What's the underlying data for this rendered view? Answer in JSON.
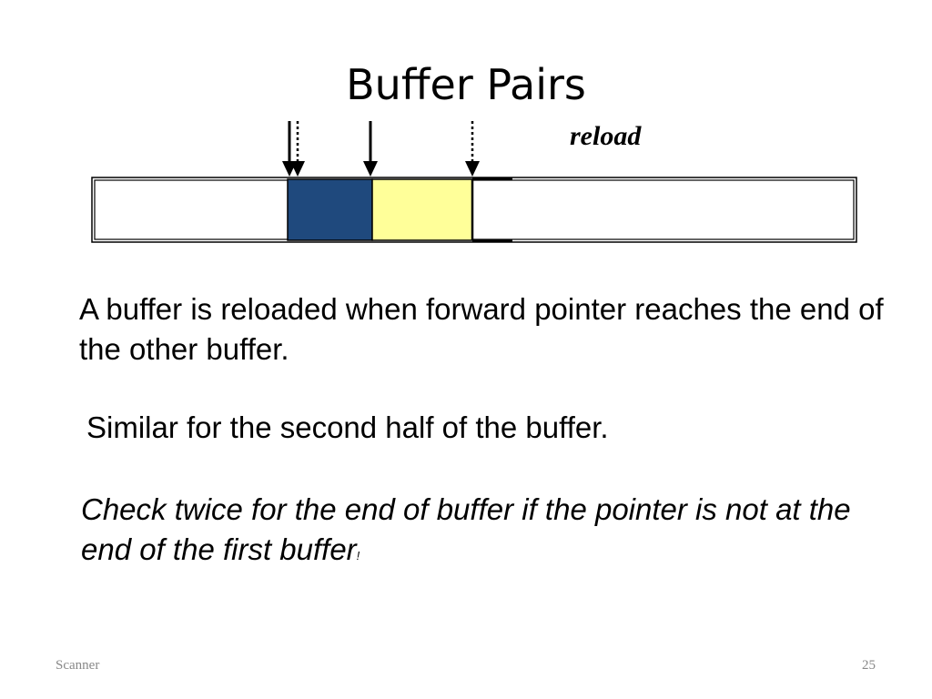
{
  "slide": {
    "title": "Buffer Pairs",
    "reload_label": "reload",
    "paragraphs": {
      "p1": "A buffer is reloaded when forward pointer reaches the end of the other buffer.",
      "p2": "Similar for the second half of the buffer.",
      "p3_main": "Check twice for the end of buffer if the pointer is not at the end of the first buffer",
      "p3_mark": "!"
    },
    "footer": {
      "section": "Scanner",
      "page_number": "25"
    }
  },
  "colors": {
    "buffer_block_blue": "#1f497d",
    "buffer_block_yellow": "#ffff99",
    "buffer_outline": "#000000"
  }
}
